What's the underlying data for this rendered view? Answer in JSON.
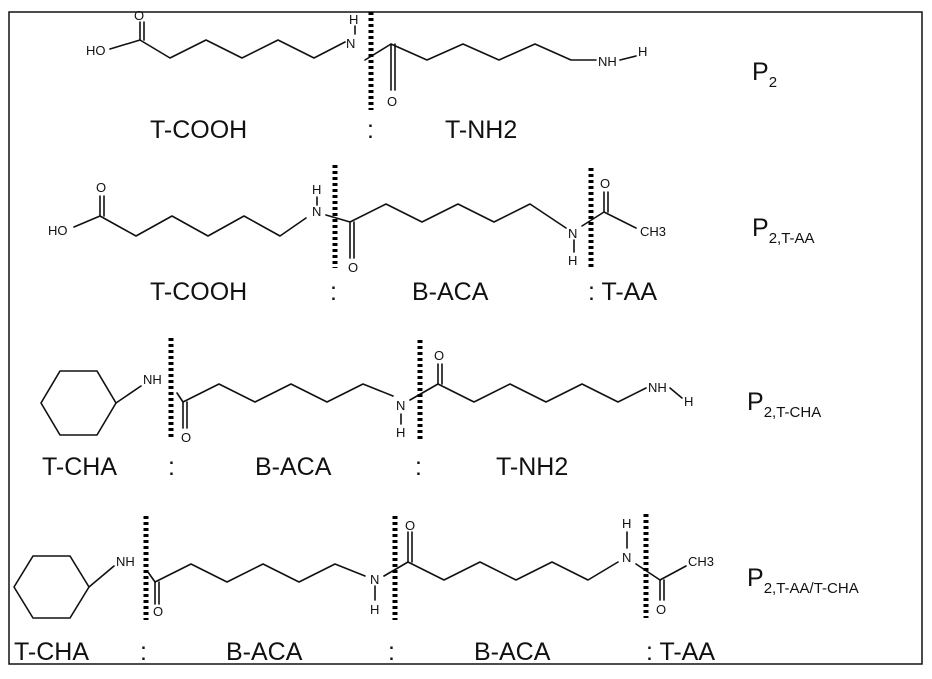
{
  "structures": [
    {
      "label": {
        "main": "P",
        "sub": "2"
      },
      "atoms": {
        "oh": "HO",
        "nh_h": "H",
        "nh_n": "N",
        "o_acid": "O",
        "o_amide": "O",
        "nh2_n": "NH",
        "nh2_h": "H"
      },
      "segments": [
        "T-COOH",
        ":",
        "T-NH2"
      ]
    },
    {
      "label": {
        "main": "P",
        "sub": "2,T-AA"
      },
      "atoms": {
        "oh": "HO",
        "o_acid": "O",
        "nh1_h": "H",
        "nh1_n": "N",
        "o_amide": "O",
        "nh2_n": "N",
        "nh2_h": "H",
        "o_acetyl": "O",
        "ch3": "CH3"
      },
      "segments": [
        "T-COOH",
        ":",
        "B-ACA",
        ": T-AA"
      ]
    },
    {
      "label": {
        "main": "P",
        "sub": "2,T-CHA"
      },
      "atoms": {
        "nh_cha": "NH",
        "o1": "O",
        "n_mid": "N",
        "h_mid": "H",
        "o2": "O",
        "nh2_n": "NH",
        "nh2_h": "H"
      },
      "segments": [
        "T-CHA",
        ":",
        "B-ACA",
        ":",
        "T-NH2"
      ]
    },
    {
      "label": {
        "main": "P",
        "sub": "2,T-AA/T-CHA"
      },
      "atoms": {
        "nh_cha": "NH",
        "o1": "O",
        "n_mid": "N",
        "h_mid": "H",
        "o2": "O",
        "n_end_h": "H",
        "n_end": "N",
        "o3": "O",
        "ch3": "CH3"
      },
      "segments": [
        "T-CHA",
        ":",
        "B-ACA",
        ":",
        "B-ACA",
        ": T-AA"
      ]
    }
  ]
}
